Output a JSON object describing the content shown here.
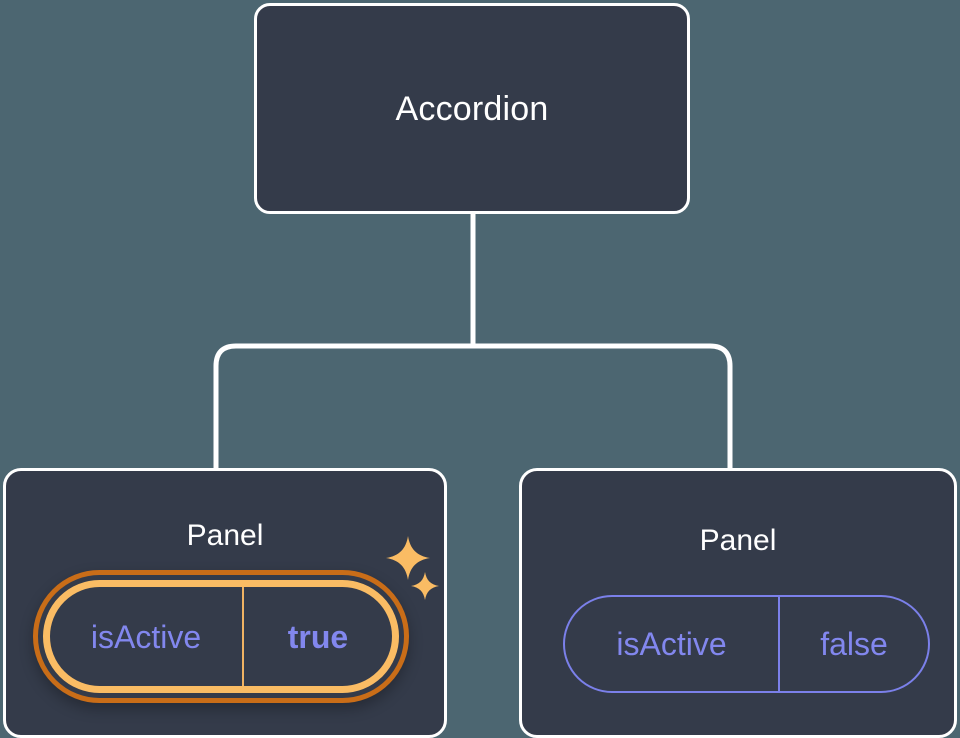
{
  "diagram": {
    "type": "component-tree",
    "background_color": "#4C6671",
    "node_fill_color": "#343B4A",
    "node_border_color": "#FFFFFF",
    "connector_color": "#FFFFFF",
    "accent_indigo": "#7B80EA",
    "accent_text_indigo": "#8287EE",
    "highlight_outer_color": "#C96D18",
    "highlight_inner_color": "#FABC64",
    "sparkle_color": "#FABC64"
  },
  "root": {
    "title": "Accordion"
  },
  "children": [
    {
      "title": "Panel",
      "highlighted": true,
      "prop": {
        "key": "isActive",
        "value": "true",
        "value_bold": true
      },
      "sparkles": [
        {
          "name": "sparkle-large-icon"
        },
        {
          "name": "sparkle-small-icon"
        }
      ]
    },
    {
      "title": "Panel",
      "highlighted": false,
      "prop": {
        "key": "isActive",
        "value": "false",
        "value_bold": false
      }
    }
  ]
}
